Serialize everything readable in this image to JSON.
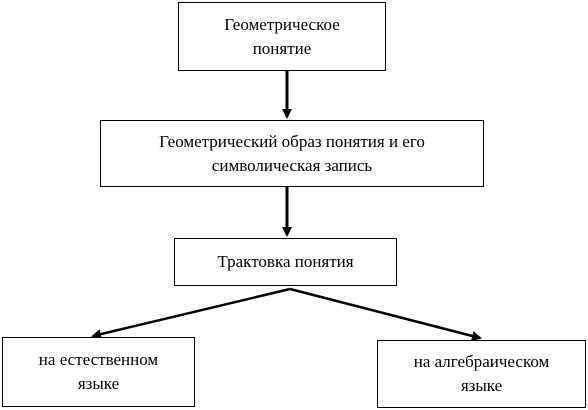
{
  "diagram": {
    "nodes": {
      "concept": {
        "line1": "Геометрическое",
        "line2": "понятие"
      },
      "image": {
        "line1": "Геометрический образ понятия и его",
        "line2": "символическая запись"
      },
      "treatment": {
        "line1": "Трактовка понятия"
      },
      "natural": {
        "line1": "на естественном",
        "line2": "языке"
      },
      "algebraic": {
        "line1": "на алгебраическом",
        "line2": "языке"
      }
    },
    "edges": [
      {
        "from": "concept",
        "to": "image"
      },
      {
        "from": "image",
        "to": "treatment"
      },
      {
        "from": "treatment",
        "to": "natural"
      },
      {
        "from": "treatment",
        "to": "algebraic"
      }
    ],
    "colors": {
      "stroke": "#000000",
      "background": "#ffffff"
    }
  }
}
